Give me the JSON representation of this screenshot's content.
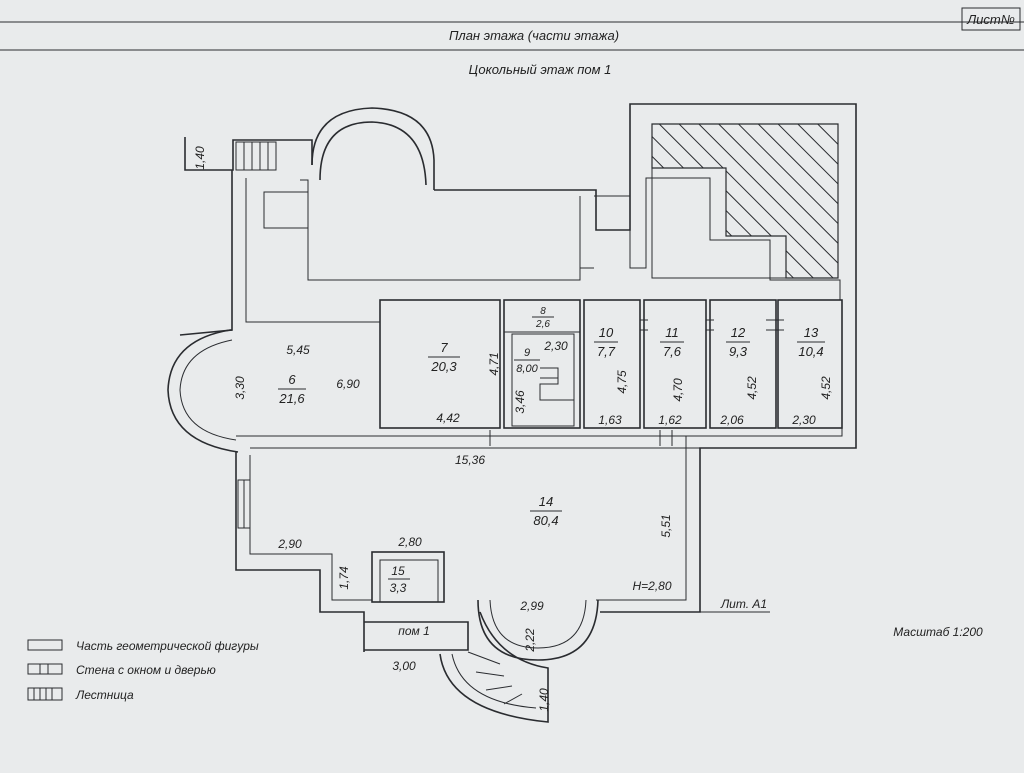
{
  "header": {
    "title": "План этажа (части этажа)",
    "sheet_label": "Лист№"
  },
  "subtitle": "Цокольный этаж пом 1",
  "rooms": [
    {
      "number": "6",
      "area": "21,6"
    },
    {
      "number": "7",
      "area": "20,3"
    },
    {
      "number": "8",
      "area": "2,6"
    },
    {
      "number": "9",
      "area": "8,00"
    },
    {
      "number": "10",
      "area": "7,7"
    },
    {
      "number": "11",
      "area": "7,6"
    },
    {
      "number": "12",
      "area": "9,3"
    },
    {
      "number": "13",
      "area": "10,4"
    },
    {
      "number": "14",
      "area": "80,4"
    },
    {
      "number": "15",
      "area": "3,3"
    }
  ],
  "dimensions": [
    "1,40",
    "5,45",
    "3,30",
    "6,90",
    "4,71",
    "4,42",
    "2,30",
    "3,46",
    "4,75",
    "1,63",
    "4,70",
    "1,62",
    "4,52",
    "2,06",
    "4,52",
    "2,30",
    "15,36",
    "5,51",
    "2,90",
    "2,80",
    "1,74",
    "2,99",
    "2,22",
    "3,00",
    "1,40"
  ],
  "ceiling_height": "H=2,80",
  "unit_label": "пом 1",
  "liter": "Лит. А1",
  "scale": "Масштаб 1:200",
  "legend": [
    {
      "icon": "geometric-figure-icon",
      "label": "Часть геометрической фигуры"
    },
    {
      "icon": "wall-window-door-icon",
      "label": "Стена с окном и дверью"
    },
    {
      "icon": "stairs-icon",
      "label": "Лестница"
    }
  ]
}
